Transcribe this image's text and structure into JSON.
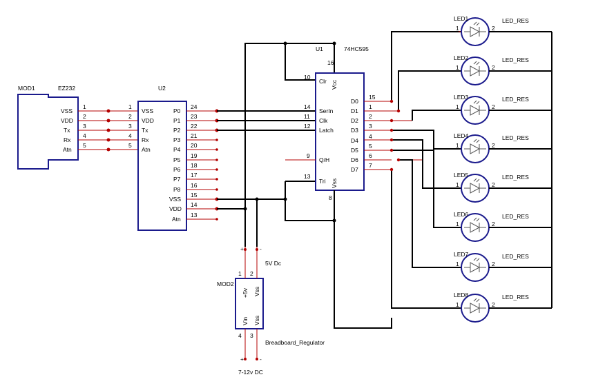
{
  "mod1": {
    "ref": "MOD1",
    "part": "EZ232",
    "pins": [
      {
        "num": "1",
        "name": "VSS"
      },
      {
        "num": "2",
        "name": "VDD"
      },
      {
        "num": "3",
        "name": "Tx"
      },
      {
        "num": "4",
        "name": "Rx"
      },
      {
        "num": "5",
        "name": "Atn"
      }
    ]
  },
  "u2": {
    "ref": "U2",
    "left_pins": [
      {
        "num": "1",
        "name": "VSS"
      },
      {
        "num": "2",
        "name": "VDD"
      },
      {
        "num": "3",
        "name": "Tx"
      },
      {
        "num": "4",
        "name": "Rx"
      },
      {
        "num": "5",
        "name": "Atn"
      }
    ],
    "right_pins": [
      {
        "num": "24",
        "name": "P0"
      },
      {
        "num": "23",
        "name": "P1"
      },
      {
        "num": "22",
        "name": "P2"
      },
      {
        "num": "21",
        "name": "P3"
      },
      {
        "num": "20",
        "name": "P4"
      },
      {
        "num": "19",
        "name": "P5"
      },
      {
        "num": "18",
        "name": "P6"
      },
      {
        "num": "17",
        "name": "P7"
      },
      {
        "num": "16",
        "name": "P8"
      },
      {
        "num": "15",
        "name": "VSS"
      },
      {
        "num": "14",
        "name": "VDD"
      },
      {
        "num": "13",
        "name": "Atn"
      }
    ]
  },
  "u1": {
    "ref": "U1",
    "part": "74HC595",
    "vcc": {
      "num": "16",
      "name": "Vcc"
    },
    "vss": {
      "num": "8",
      "name": "Vss"
    },
    "left_pins": [
      {
        "num": "10",
        "name": "Clr"
      },
      {
        "num": "14",
        "name": "SerIn"
      },
      {
        "num": "11",
        "name": "Clk"
      },
      {
        "num": "12",
        "name": "Latch"
      },
      {
        "num": "9",
        "name": "Q/H"
      },
      {
        "num": "13",
        "name": "Tri"
      }
    ],
    "right_pins": [
      {
        "num": "15",
        "name": "D0"
      },
      {
        "num": "1",
        "name": "D1"
      },
      {
        "num": "2",
        "name": "D2"
      },
      {
        "num": "3",
        "name": "D3"
      },
      {
        "num": "4",
        "name": "D4"
      },
      {
        "num": "5",
        "name": "D5"
      },
      {
        "num": "6",
        "name": "D6"
      },
      {
        "num": "7",
        "name": "D7"
      }
    ]
  },
  "mod2": {
    "ref": "MOD2",
    "part": "Breadboard_Regulator",
    "pins": [
      {
        "num": "1",
        "name": "+5v"
      },
      {
        "num": "2",
        "name": "Vss"
      },
      {
        "num": "4",
        "name": "Vin"
      },
      {
        "num": "3",
        "name": "Vss"
      }
    ],
    "out_label": "5V Dc",
    "in_label": "7-12v DC",
    "plus": "+",
    "minus": "-"
  },
  "leds": [
    {
      "ref": "LED1",
      "res": "LED_RES"
    },
    {
      "ref": "LED2",
      "res": "LED_RES"
    },
    {
      "ref": "LED3",
      "res": "LED_RES"
    },
    {
      "ref": "LED4",
      "res": "LED_RES"
    },
    {
      "ref": "LED5",
      "res": "LED_RES"
    },
    {
      "ref": "LED6",
      "res": "LED_RES"
    },
    {
      "ref": "LED7",
      "res": "LED_RES"
    },
    {
      "ref": "LED8",
      "res": "LED_RES"
    }
  ],
  "led_pin_a": "1",
  "led_pin_k": "2"
}
